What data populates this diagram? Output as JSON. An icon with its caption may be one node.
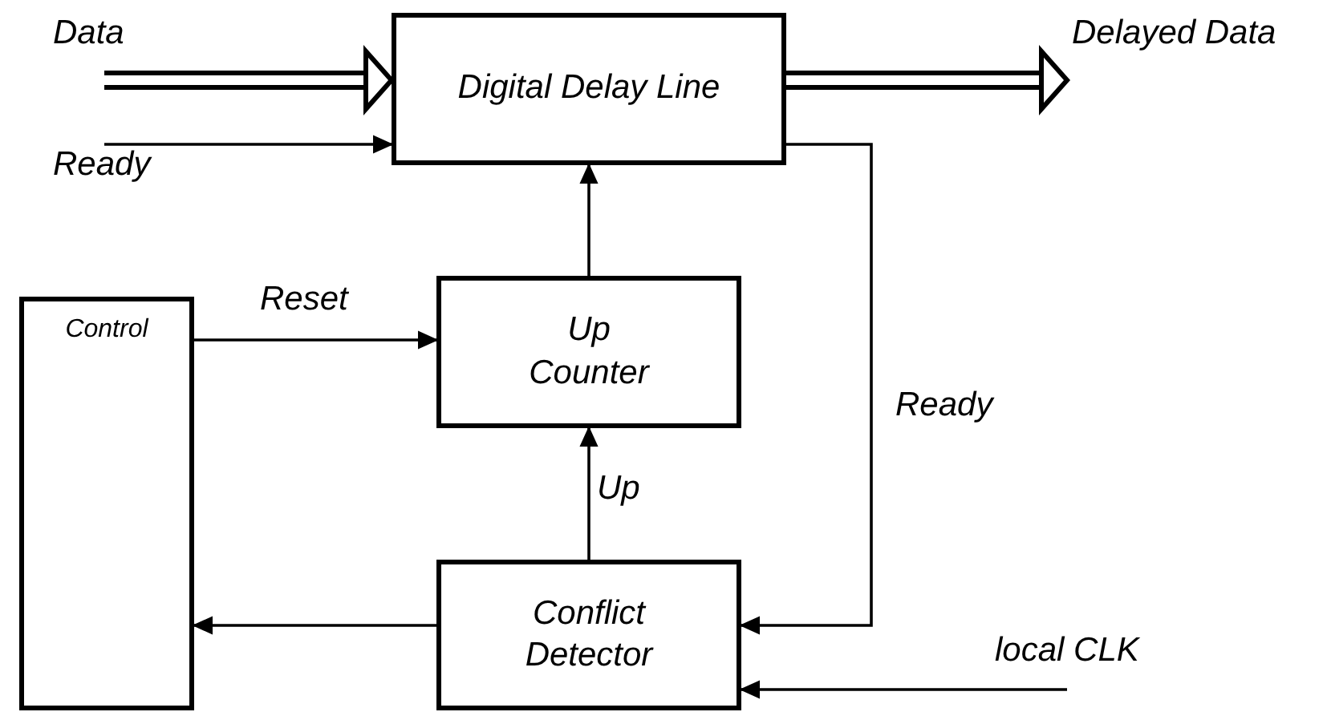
{
  "diagram": {
    "nodes": [
      {
        "text": [
          "Digital Delay Line"
        ]
      },
      {
        "text": [
          "Control"
        ]
      },
      {
        "text": [
          "Up Counter"
        ]
      },
      {
        "text": [
          "Conflict Detector"
        ]
      }
    ],
    "edges": [
      {
        "from": null,
        "to": 0,
        "arrow": "to",
        "label": "Data",
        "style": "thick"
      },
      {
        "from": null,
        "to": 0,
        "arrow": "to",
        "label": "Ready"
      },
      {
        "from": 0,
        "to": null,
        "arrow": "to",
        "label": "Delayed Data",
        "style": "thick"
      },
      {
        "from": 2,
        "to": 0,
        "arrow": "to"
      },
      {
        "from": 1,
        "to": 2,
        "arrow": "to",
        "label": "Reset"
      },
      {
        "from": 3,
        "to": 2,
        "arrow": "to",
        "label": "Up"
      },
      {
        "from": 0,
        "to": 3,
        "arrow": "to",
        "label": "Ready"
      },
      {
        "from": 3,
        "to": 1,
        "arrow": "to"
      },
      {
        "from": null,
        "to": 3,
        "arrow": "to",
        "label": "local CLK"
      }
    ]
  }
}
